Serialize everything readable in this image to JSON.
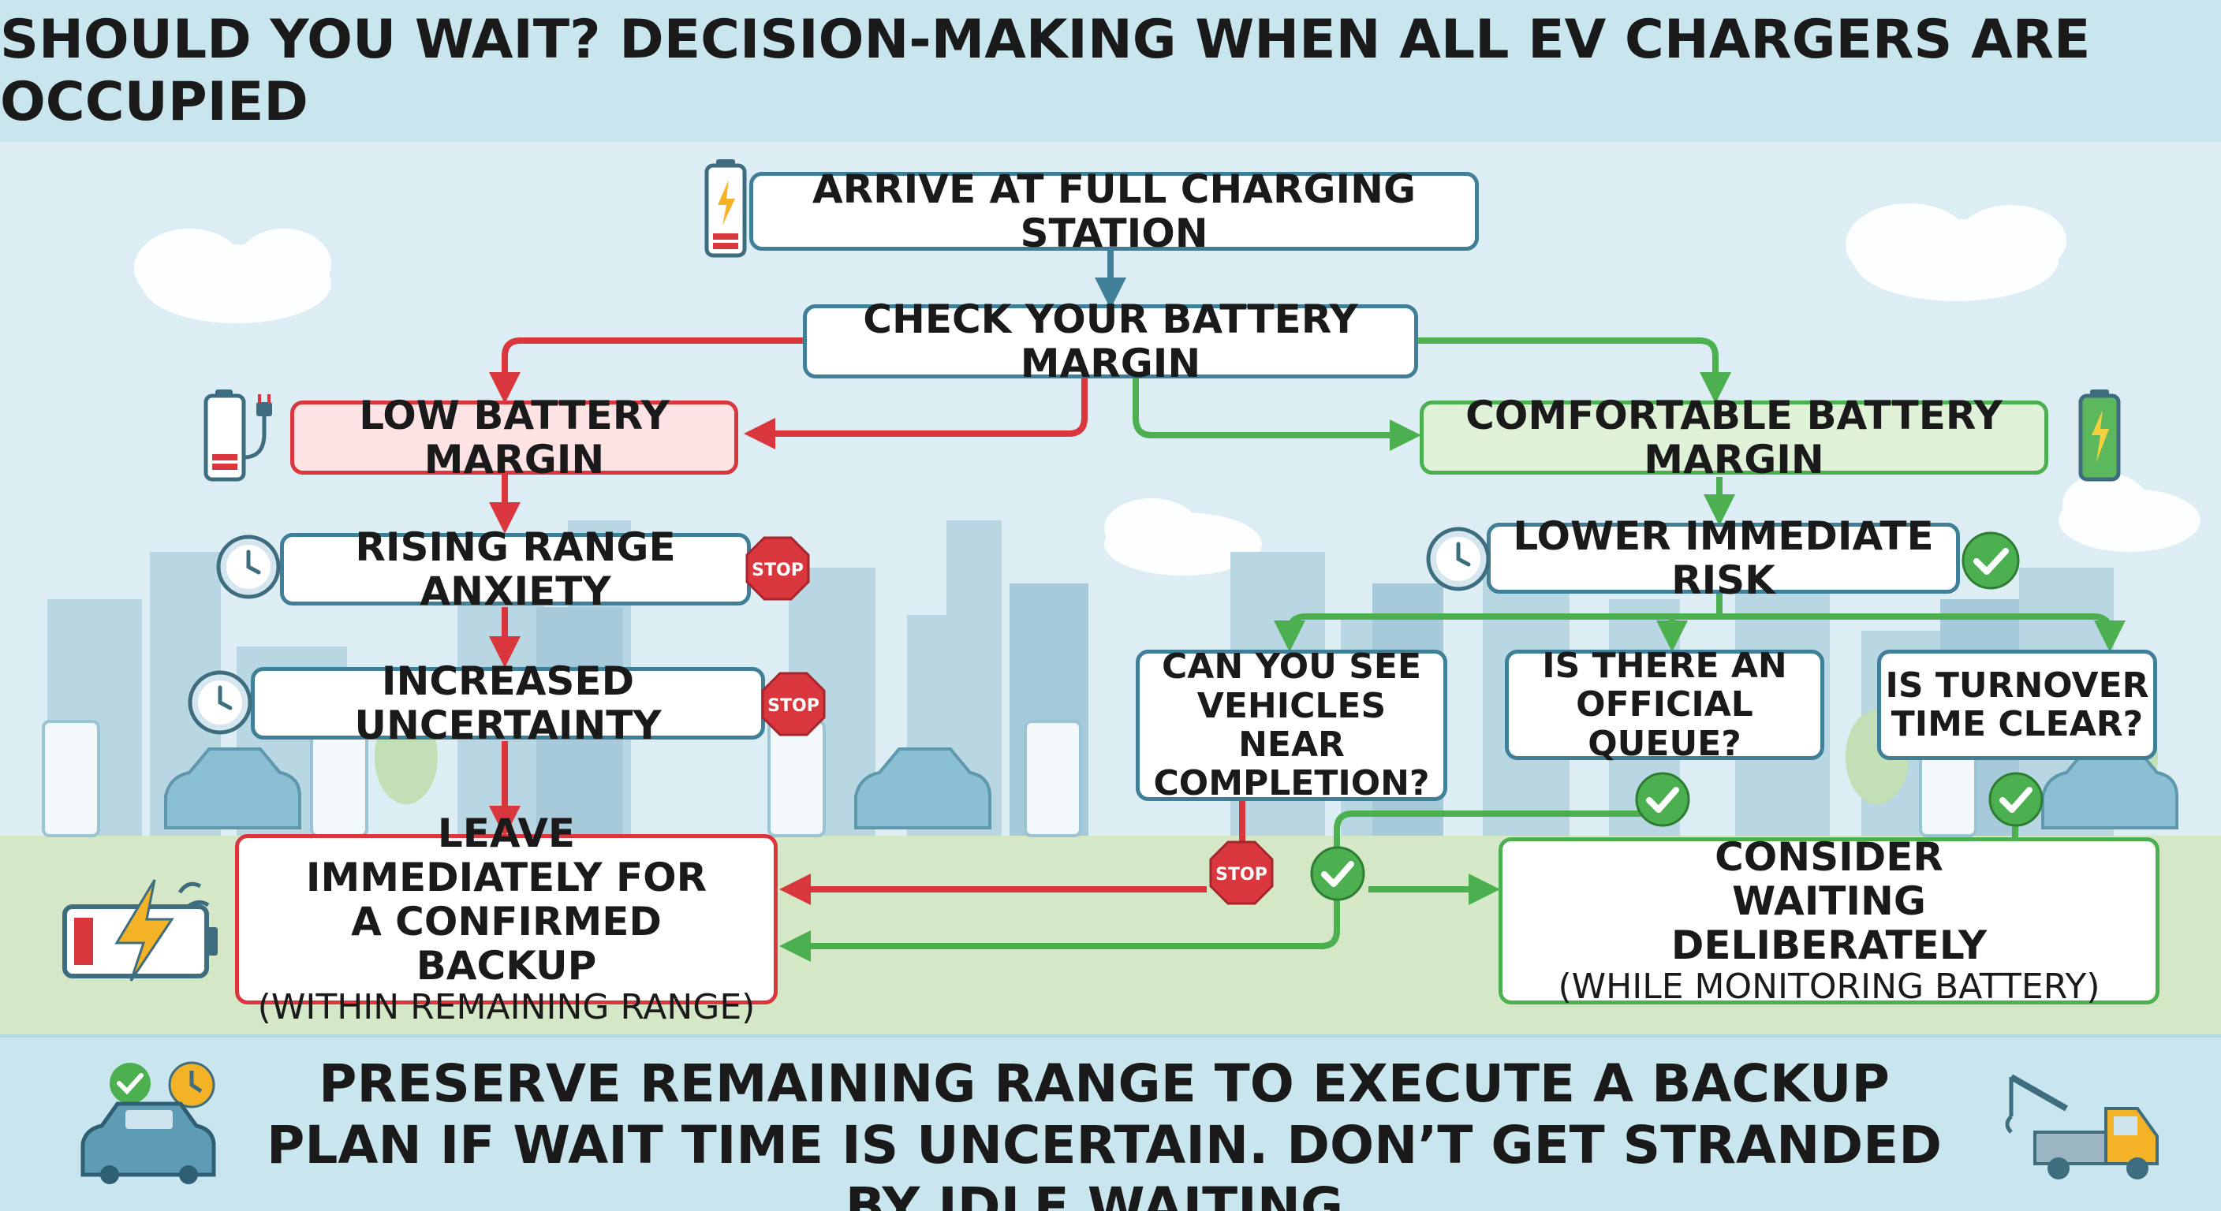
{
  "title": "SHOULD YOU WAIT? DECISION-MAKING WHEN ALL EV CHARGERS ARE OCCUPIED",
  "nodes": {
    "arrive": "ARRIVE AT FULL CHARGING STATION",
    "check": "CHECK YOUR BATTERY MARGIN",
    "low": "LOW BATTERY MARGIN",
    "comfortable": "COMFORTABLE BATTERY MARGIN",
    "anxiety": "RISING RANGE ANXIETY",
    "uncertainty": "INCREASED UNCERTAINTY",
    "lower_risk": "LOWER IMMEDIATE RISK",
    "q_vehicles": "CAN YOU SEE VEHICLES NEAR COMPLETION?",
    "q_queue": "IS THERE AN OFFICIAL QUEUE?",
    "q_turnover": "IS TURNOVER TIME CLEAR?",
    "leave_main": "LEAVE IMMEDIATELY FOR A CONFIRMED BACKUP",
    "leave_sub": "(WITHIN REMAINING RANGE)",
    "wait_main": "CONSIDER WAITING DELIBERATELY",
    "wait_sub": "(WHILE MONITORING BATTERY)"
  },
  "stop_label": "STOP",
  "footer": "PRESERVE REMAINING RANGE TO EXECUTE A BACKUP PLAN IF WAIT TIME IS UNCERTAIN. DON’T GET STRANDED BY IDLE WAITING.",
  "colors": {
    "red": "#d9363e",
    "green": "#4caf50",
    "blue": "#3f7f97",
    "sky": "#dcedf3"
  },
  "icons": [
    "battery-low-icon",
    "battery-charging-icon",
    "battery-full-icon",
    "clock-icon",
    "stop-sign-icon",
    "check-icon",
    "car-icon",
    "charger-icon",
    "tow-truck-icon"
  ]
}
